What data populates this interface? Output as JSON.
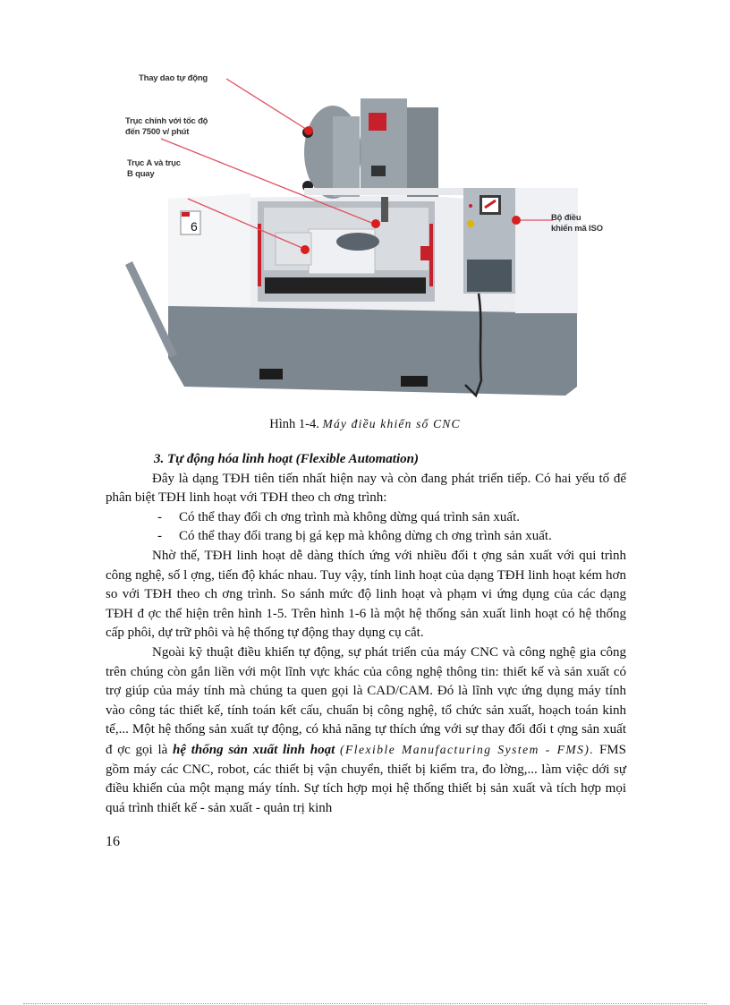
{
  "figure": {
    "callouts": [
      {
        "id": "tool-changer",
        "label": "Thay dao tự động"
      },
      {
        "id": "spindle",
        "label": "Trục chính với tốc độ đến 7500 v/ phút",
        "line1": "Trục chính với tốc độ",
        "line2": "đến 7500 v/ phút"
      },
      {
        "id": "ab-axis",
        "label": "Trục A và trục B quay",
        "line1": "Trục A và trục",
        "line2": "B quay"
      },
      {
        "id": "controller",
        "label": "Bộ điều khiển mã ISO",
        "line1": "Bộ điều",
        "line2": "khiển mã ISO"
      }
    ],
    "badge_number": "6",
    "colors": {
      "callout_line": "#e05060",
      "marker": "#d81e1e",
      "body_light": "#e8eaee",
      "body_dark": "#7d8790",
      "logo": "#c8202a"
    }
  },
  "caption": {
    "prefix": "Hình 1-4.",
    "title": "Máy điều khiển số CNC"
  },
  "section": {
    "heading": "3. Tự động hóa linh hoạt (Flexible Automation)",
    "p1": "Đây là dạng TĐH tiên tiến nhất hiện nay và còn đang phát triển tiếp. Có hai yếu tố để phân biệt TĐH linh hoạt với TĐH theo ch     ơng trình:",
    "bullets": [
      {
        "dash": "-",
        "text": "Có thể thay đổi ch   ơng   trình mà không dừng quá trình sản xuất."
      },
      {
        "dash": "-",
        "text": "Có thể thay đổi trang bị gá kẹp mà không dừng ch   ơng   trình sản xuất."
      }
    ],
    "p2": "Nhờ thế, TĐH linh hoạt dễ dàng thích ứng với nhiều đối t   ợng   sản xuất với qui trình công nghệ, số l   ợng,   tiến độ khác nhau. Tuy vậy, tính linh hoạt của dạng TĐH linh hoạt kém hơn so với TĐH theo ch   ơng   trình. So sánh mức độ linh hoạt và phạm vi ứng dụng của các dạng TĐH đ ợc   thể hiện trên hình 1-5. Trên hình 1-6 là   một hệ thống sản xuất linh hoạt có hệ thống cấp phôi, dự trữ phôi và hệ thống tự động thay dụng cụ cắt.",
    "p3_before": "Ngoài kỹ thuật điều khiển tự động, sự phát triển của máy CNC và công nghệ gia công trên chúng còn gắn liền với một lĩnh vực khác của công nghệ thông tin: thiết kế và sản xuất có trợ giúp của máy tính mà chúng ta quen gọi là CAD/CAM. Đó là lĩnh vực ứng dụng máy tính vào công tác thiết kế, tính toán kết cấu, chuẩn bị công nghệ, tổ chức sản xuất, hoạch toán kinh tế,... Một hệ thống sản xuất tự động, có khả năng tự thích ứng với sự thay đổi đối t ợng   sản xuất đ ợc   gọi là ",
    "p3_term": "hệ thống sản xuất linh hoạt",
    "p3_term_en": "(Flexible Manufacturing System - FMS).",
    "p3_after": " FMS gồm máy các CNC, robot, các thiết bị vận chuyển, thiết bị kiểm tra, đo lờng,...   làm việc dới   sự điều khiển của một mạng máy tính. Sự tích hợp mọi hệ thống thiết bị sản xuất và tích hợp mọi quá trình thiết kế - sản xuất - quản trị kinh"
  },
  "page_number": "16"
}
